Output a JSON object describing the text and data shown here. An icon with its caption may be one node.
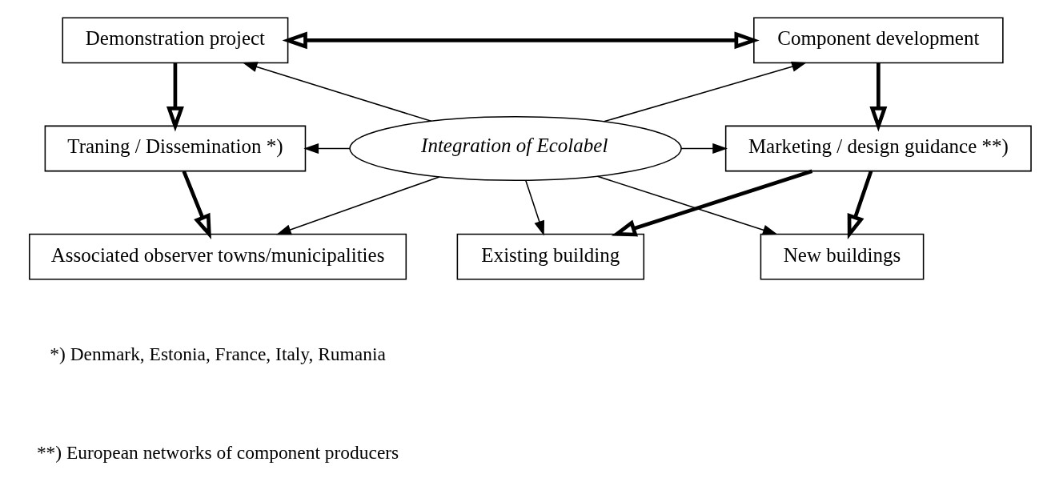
{
  "diagram": {
    "nodes": [
      {
        "text": [
          "Demonstration project"
        ]
      },
      {
        "text": [
          "Component development"
        ]
      },
      {
        "text": [
          "Traning / Dissemination *)"
        ]
      },
      {
        "text": [
          "Integration of Ecolabel"
        ]
      },
      {
        "text": [
          "Marketing / design guidance **)"
        ]
      },
      {
        "text": [
          "Associated observer towns/municipalities"
        ]
      },
      {
        "text": [
          "New buildings"
        ]
      },
      {
        "text": [
          "Existing building"
        ]
      }
    ],
    "edges": [
      {
        "from": 0,
        "to": 1,
        "arrow": "both",
        "style": "thick"
      },
      {
        "from": 0,
        "to": 2,
        "arrow": "to",
        "style": "thick"
      },
      {
        "from": 1,
        "to": 4,
        "arrow": "to",
        "style": "thick"
      },
      {
        "from": 2,
        "to": 5,
        "arrow": "to",
        "style": "thick"
      },
      {
        "from": 4,
        "to": 6,
        "arrow": "to",
        "style": "thick"
      },
      {
        "from": 4,
        "to": 7,
        "arrow": "to",
        "style": "thick"
      },
      {
        "from": 3,
        "to": 0,
        "arrow": "to"
      },
      {
        "from": 3,
        "to": 1,
        "arrow": "to"
      },
      {
        "from": 3,
        "to": 2,
        "arrow": "to"
      },
      {
        "from": 3,
        "to": 4,
        "arrow": "to"
      },
      {
        "from": 3,
        "to": 5,
        "arrow": "to"
      },
      {
        "from": 3,
        "to": 6,
        "arrow": "to"
      },
      {
        "from": 3,
        "to": 7,
        "arrow": "to"
      }
    ],
    "labels": [
      "*) Denmark, Estonia, France, Italy, Rumania",
      "**) European networks of component producers"
    ]
  }
}
